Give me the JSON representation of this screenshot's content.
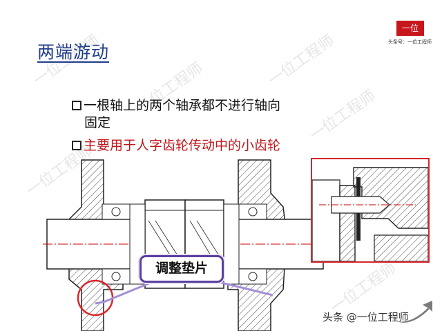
{
  "slide": {
    "title": "两端游动",
    "bullets": [
      {
        "line1": "一根轴上的两个轴承都不进行轴向",
        "line2": "固定"
      },
      {
        "line1": "主要用于人字齿轮传动中的小齿轮"
      }
    ],
    "callout": "调整垫片",
    "colors": {
      "title": "#1f3d8a",
      "highlight": "#c0151b",
      "frame": "#d9262b",
      "callout_border": "#5a3fa0"
    }
  },
  "branding": {
    "logo_text": "一位",
    "logo_subtext": "头条号：一位工程师",
    "credit": "头条 @一位工程师",
    "watermark": "一位工程师"
  }
}
